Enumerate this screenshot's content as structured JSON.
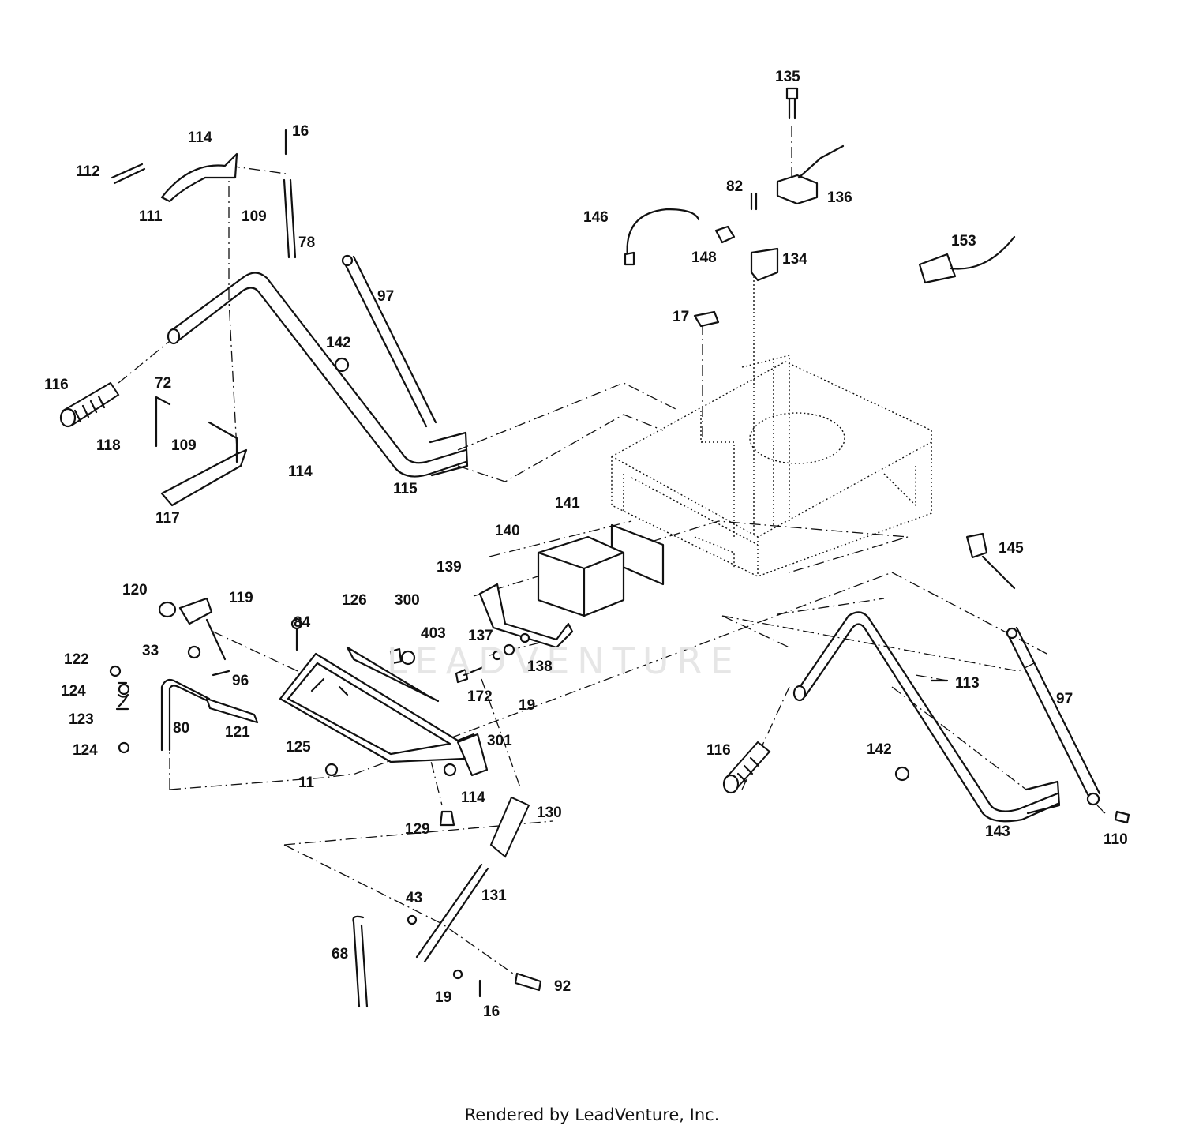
{
  "watermark": "LEADVENTURE",
  "footer": "Rendered by LeadVenture, Inc.",
  "labels": {
    "l135": "135",
    "l114a": "114",
    "l16a": "16",
    "l112": "112",
    "l111": "111",
    "l109a": "109",
    "l78": "78",
    "l82": "82",
    "l136": "136",
    "l146": "146",
    "l148": "148",
    "l134": "134",
    "l153": "153",
    "l97a": "97",
    "l17": "17",
    "l142a": "142",
    "l116a": "116",
    "l72": "72",
    "l118": "118",
    "l109b": "109",
    "l114b": "114",
    "l115": "115",
    "l117": "117",
    "l141": "141",
    "l140": "140",
    "l145": "145",
    "l139": "139",
    "l120": "120",
    "l119": "119",
    "l126": "126",
    "l300": "300",
    "l84": "84",
    "l403": "403",
    "l137": "137",
    "l33": "33",
    "l138": "138",
    "l122": "122",
    "l96": "96",
    "l124a": "124",
    "l172": "172",
    "l113": "113",
    "l19a": "19",
    "l97b": "97",
    "l123": "123",
    "l80": "80",
    "l121": "121",
    "l125": "125",
    "l301": "301",
    "l116b": "116",
    "l142b": "142",
    "l124b": "124",
    "l11": "11",
    "l114c": "114",
    "l130": "130",
    "l129": "129",
    "l143": "143",
    "l110": "110",
    "l131": "131",
    "l43": "43",
    "l68": "68",
    "l92": "92",
    "l19b": "19",
    "l16b": "16"
  }
}
